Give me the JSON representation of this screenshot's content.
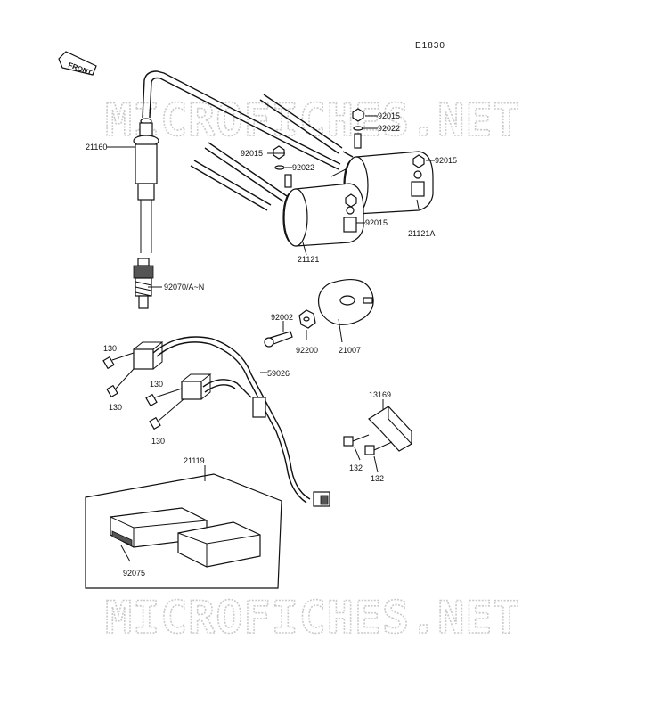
{
  "diagram": {
    "code": "E1830",
    "front_label": "FRONT",
    "watermark": "MICROFICHES.NET",
    "parts": [
      "92015",
      "92022",
      "21160",
      "92015",
      "92022",
      "92015",
      "92015",
      "21121A",
      "21121",
      "92070/A~N",
      "92002",
      "92200",
      "21007",
      "130",
      "130",
      "130",
      "130",
      "59026",
      "13169",
      "132",
      "132",
      "21119",
      "92075"
    ]
  }
}
